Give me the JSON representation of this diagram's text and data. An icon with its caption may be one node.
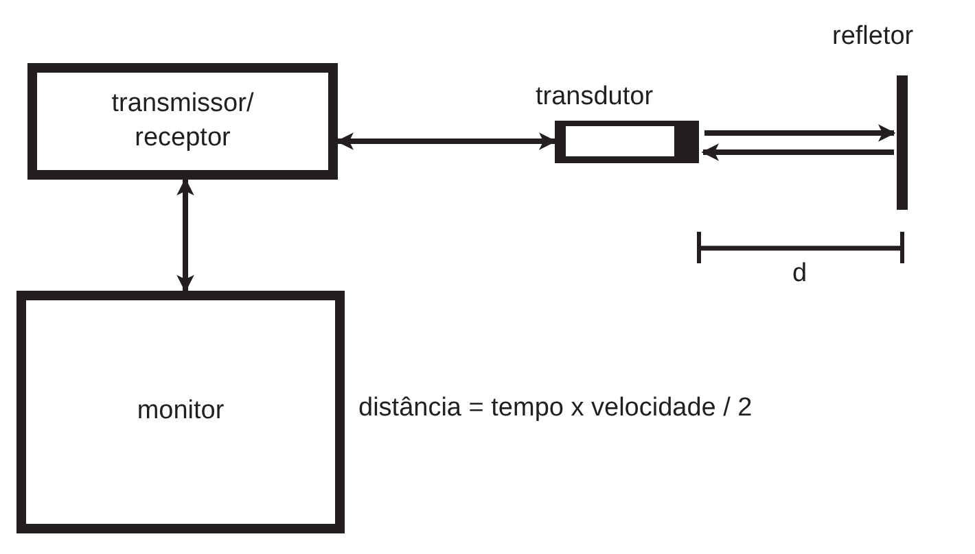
{
  "diagram": {
    "nodes": [
      {
        "text": [
          "transmissor/ receptor"
        ]
      },
      {
        "text": [
          "monitor"
        ]
      },
      {
        "text": [
          "transdutor"
        ]
      },
      {
        "text": [
          "refletor"
        ]
      }
    ],
    "edges": [
      {
        "from": 0,
        "to": 1,
        "arrow": "both"
      },
      {
        "from": 0,
        "to": 2,
        "arrow": "both"
      },
      {
        "from": 2,
        "to": 3,
        "arrow": "to"
      },
      {
        "from": 3,
        "to": 2,
        "arrow": "to"
      }
    ],
    "labels": [
      "d",
      "distância = tempo x velocidade / 2"
    ]
  }
}
